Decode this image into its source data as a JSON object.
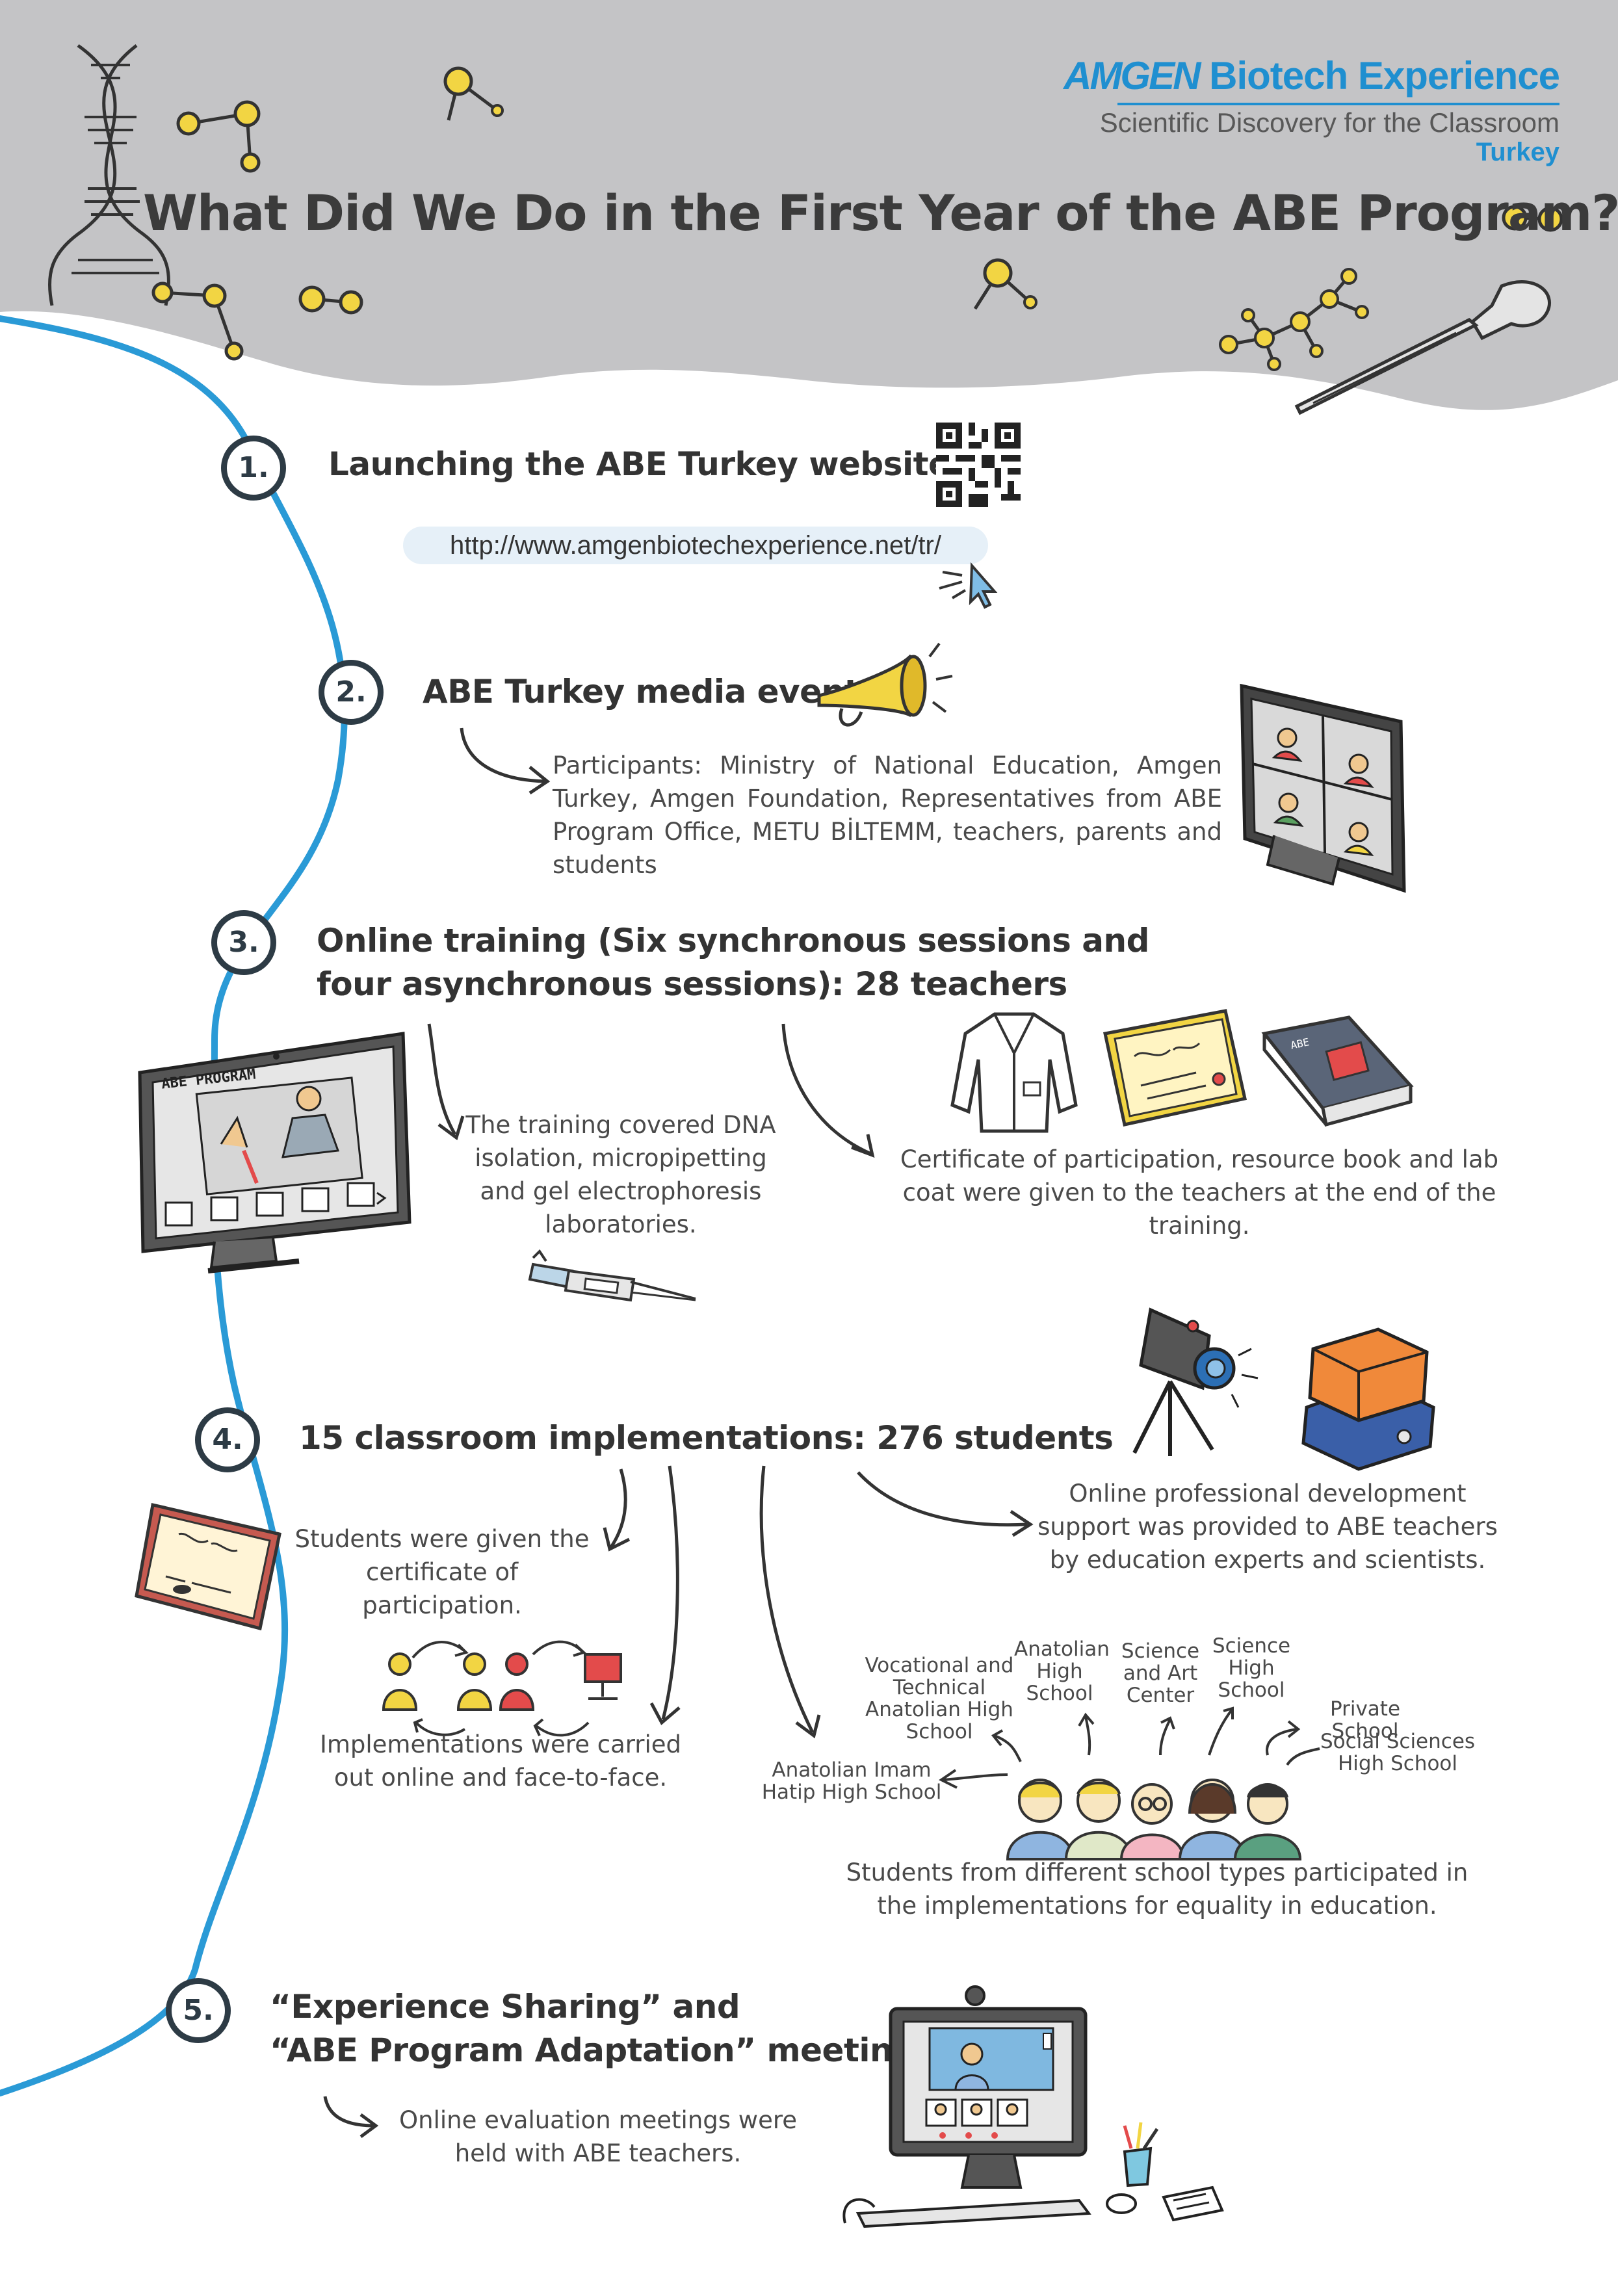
{
  "header": {
    "brand_amgen": "AMGEN",
    "brand_rest": " Biotech Experience",
    "tagline": "Scientific Discovery for the Classroom",
    "country": "Turkey",
    "title": "What Did We Do in the First Year of the ABE Program?"
  },
  "steps": [
    {
      "number": "1.",
      "heading": "Launching the ABE Turkey website",
      "url": "http://www.amgenbiotechexperience.net/tr/"
    },
    {
      "number": "2.",
      "heading": "ABE Turkey media event",
      "text": "Participants: Ministry of National Education, Amgen Turkey, Amgen Foundation, Representatives from ABE Program Office, METU BİLTEMM, teachers, parents and students"
    },
    {
      "number": "3.",
      "heading_line1": "Online  training  (Six  synchronous  sessions  and",
      "heading_line2": "four asynchronous sessions): 28 teachers",
      "screen_label": "ABE PROGRAM",
      "training_text": "The training covered DNA isolation, micropipetting and gel electrophoresis laboratories.",
      "certificate_text": "Certificate of participation, resource book and lab coat were given to the teachers at the end of the training."
    },
    {
      "number": "4.",
      "heading": "15 classroom implementations: 276 students",
      "certificate_text": "Students were given the certificate of participation.",
      "implementations_text": "Implementations were carried out  online and face-to-face.",
      "support_text": "Online professional development support was provided to ABE teachers by education experts and scientists.",
      "school_types": [
        "Anatolian Imam Hatip High School",
        "Vocational and Technical Anatolian High School",
        "Anatolian High School",
        "Science and Art Center",
        "Science High School",
        "Private School",
        "Social Sciences High School"
      ],
      "equality_text": "Students from different school types participated in the implementations for equality in education."
    },
    {
      "number": "5.",
      "heading_line1": "“Experience Sharing” and",
      "heading_line2": "“ABE Program Adaptation” meetings",
      "text": "Online evaluation  meetings were held with ABE teachers."
    }
  ],
  "icons": [
    "dna-icon",
    "molecule-icon",
    "dropper-icon",
    "qr-code-icon",
    "cursor-icon",
    "megaphone-icon",
    "video-call-monitor-icon",
    "lab-coat-icon",
    "certificate-icon",
    "book-icon",
    "micropipette-icon",
    "camera-tripod-icon",
    "gel-box-icon",
    "people-exchange-icon",
    "student-group-icon",
    "desktop-computer-icon"
  ],
  "colors": {
    "header_bg": "#c4c4c6",
    "accent_blue": "#1f8fd0",
    "timeline_blue": "#2a9ad6",
    "molecule_yellow": "#f2d543",
    "text_dark": "#333333"
  }
}
